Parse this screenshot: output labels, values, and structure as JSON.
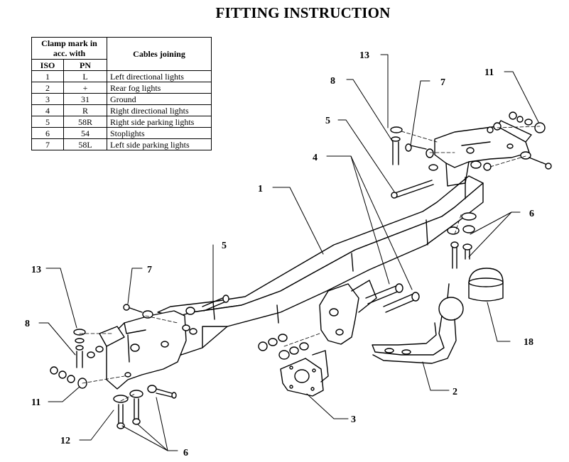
{
  "title": "FITTING INSTRUCTION",
  "table": {
    "header_group": "Clamp mark in acc. with",
    "header_iso": "ISO",
    "header_pn": "PN",
    "header_cables": "Cables joining",
    "rows": [
      {
        "iso": "1",
        "pn": "L",
        "cable": "Left directional lights"
      },
      {
        "iso": "2",
        "pn": "+",
        "cable": "Rear fog lights"
      },
      {
        "iso": "3",
        "pn": "31",
        "cable": "Ground"
      },
      {
        "iso": "4",
        "pn": "R",
        "cable": "Right directional lights"
      },
      {
        "iso": "5",
        "pn": "58R",
        "cable": "Right side parking lights"
      },
      {
        "iso": "6",
        "pn": "54",
        "cable": "Stoplights"
      },
      {
        "iso": "7",
        "pn": "58L",
        "cable": "Left side parking lights"
      }
    ]
  },
  "callouts": {
    "c13_top": "13",
    "c8_top": "8",
    "c7_top": "7",
    "c11_top": "11",
    "c5_top": "5",
    "c4": "4",
    "c1": "1",
    "c6_right": "6",
    "c5_left": "5",
    "c13_left": "13",
    "c7_left": "7",
    "c8_left": "8",
    "c18": "18",
    "c11_left": "11",
    "c2": "2",
    "c12": "12",
    "c3": "3",
    "c6_bottom": "6"
  }
}
